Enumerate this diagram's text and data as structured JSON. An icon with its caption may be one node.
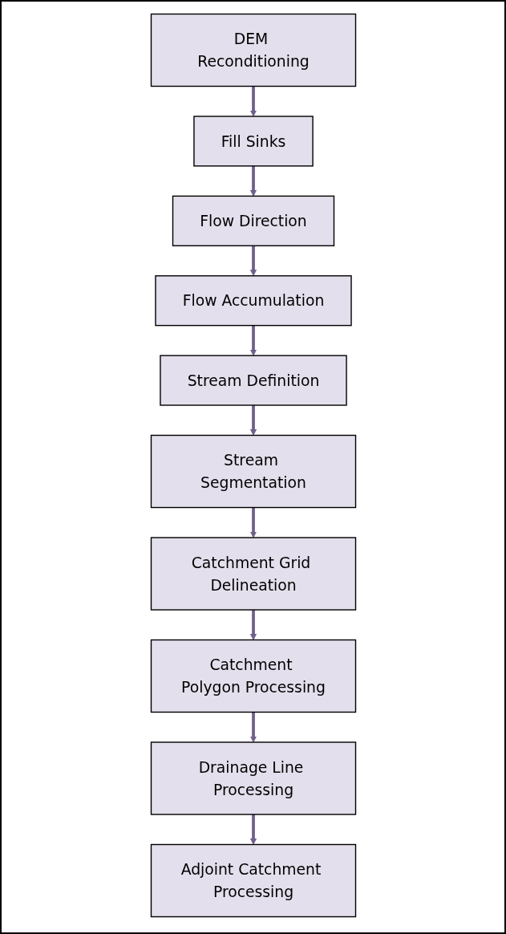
{
  "diagram": {
    "nodes": [
      {
        "text": [
          "DEM Reconditioning"
        ]
      },
      {
        "text": [
          "Fill Sinks"
        ]
      },
      {
        "text": [
          "Flow Direction"
        ]
      },
      {
        "text": [
          "Flow Accumulation"
        ]
      },
      {
        "text": [
          "Stream Definition"
        ]
      },
      {
        "text": [
          "Stream Segmentation"
        ]
      },
      {
        "text": [
          "Catchment Grid Delineation"
        ]
      },
      {
        "text": [
          "Catchment Polygon Processing"
        ]
      },
      {
        "text": [
          "Drainage Line Processing"
        ]
      },
      {
        "text": [
          "Adjoint Catchment Processing"
        ]
      }
    ],
    "edges": [
      {
        "from": 0,
        "to": 1,
        "arrow": "to"
      },
      {
        "from": 1,
        "to": 2,
        "arrow": "to"
      },
      {
        "from": 2,
        "to": 3,
        "arrow": "to"
      },
      {
        "from": 3,
        "to": 4,
        "arrow": "to"
      },
      {
        "from": 4,
        "to": 5,
        "arrow": "to"
      },
      {
        "from": 5,
        "to": 6,
        "arrow": "to"
      },
      {
        "from": 6,
        "to": 7,
        "arrow": "to"
      },
      {
        "from": 7,
        "to": 8,
        "arrow": "to"
      },
      {
        "from": 8,
        "to": 9,
        "arrow": "to"
      }
    ]
  }
}
